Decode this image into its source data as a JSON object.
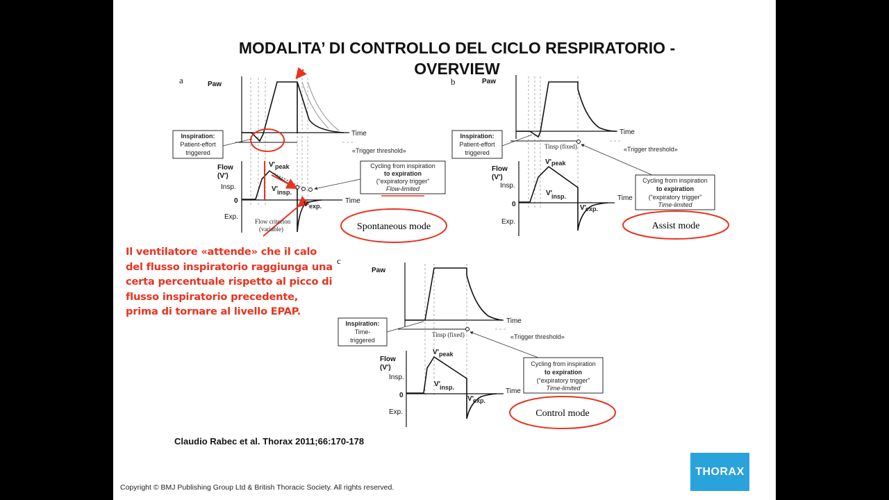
{
  "slide": {
    "title_line1": "MODALITA’ DI CONTROLLO DEL CICLO RESPIRATORIO -",
    "title_line2": "OVERVIEW",
    "note_lines": [
      "Il ventilatore «attende» che il calo",
      "del flusso inspiratorio raggiunga una",
      "certa percentuale rispetto al picco di",
      "flusso inspiratorio precedente,",
      "prima di tornare al livello EPAP."
    ],
    "citation": "Claudio Rabec et al. Thorax 2011;66:170-178",
    "copyright": "Copyright © BMJ Publishing Group Ltd & British Thoracic Society. All rights reserved.",
    "journal_logo": "THORAX"
  },
  "diagrams": {
    "a": {
      "letter": "a",
      "paw": "Paw",
      "time": "Time",
      "time2": "Time",
      "trigger": "«Trigger threshold»",
      "box_l1": "Inspiration:",
      "box_l2": "Patient-effort",
      "box_l3": "triggered",
      "flow": "Flow",
      "vdot": "(V')",
      "insp": "Insp.",
      "zero": "0",
      "exp": "Exp.",
      "vpeak_v": "V'",
      "vpeak_sub": "peak",
      "vinsp_v": "V'",
      "vinsp_sub": "insp.",
      "vexp_v": "V'",
      "vexp_sub": "exp.",
      "criterion_l1": "Flow criterion",
      "criterion_l2": "(variable)",
      "cyc_l1": "Cycling from inspiration",
      "cyc_l2": "to expiration",
      "cyc_l3": "(“expiratory trigger”",
      "cyc_l4": "Flow-limited",
      "mode": "Spontaneous mode"
    },
    "b": {
      "letter": "b",
      "paw": "Paw",
      "time": "Time",
      "time2": "Time",
      "trigger": "«Trigger threshold»",
      "box_l1": "Inspiration:",
      "box_l2": "Patient-effort",
      "box_l3": "triggered",
      "tinsp": "Tinsp (fixed)",
      "flow": "Flow",
      "vdot": "(V')",
      "insp": "Insp.",
      "zero": "0",
      "exp": "Exp.",
      "vpeak_v": "V'",
      "vpeak_sub": "peak",
      "vinsp_v": "V'",
      "vinsp_sub": "insp.",
      "vexp_v": "V'",
      "vexp_sub": "exp.",
      "cyc_l1": "Cycling from inspiration",
      "cyc_l2": "to expiration",
      "cyc_l3": "(“expiratory trigger”",
      "cyc_l4": "Time-limited",
      "mode": "Assist mode"
    },
    "c": {
      "letter": "c",
      "paw": "Paw",
      "time": "Time",
      "time2": "Time",
      "trigger": "«Trigger threshold»",
      "box_l1": "Inspiration:",
      "box_l2": "Time-",
      "box_l3": "triggered",
      "tinsp": "Tinsp (fixed)",
      "flow": "Flow",
      "vdot": "(V')",
      "insp": "Insp.",
      "zero": "0",
      "exp": "Exp.",
      "vpeak_v": "V'",
      "vpeak_sub": "peak",
      "vinsp_v": "V'",
      "vinsp_sub": "insp.",
      "vexp_v": "V'",
      "vexp_sub": "exp.",
      "cyc_l1": "Cycling from inspiration",
      "cyc_l2": "to expiration",
      "cyc_l3": "(“expiratory trigger”",
      "cyc_l4": "Time-limited",
      "mode": "Control mode"
    }
  },
  "colors": {
    "annotation_red": "#e8331f",
    "logo_blue": "#2aa3dc",
    "ink": "#111111"
  }
}
